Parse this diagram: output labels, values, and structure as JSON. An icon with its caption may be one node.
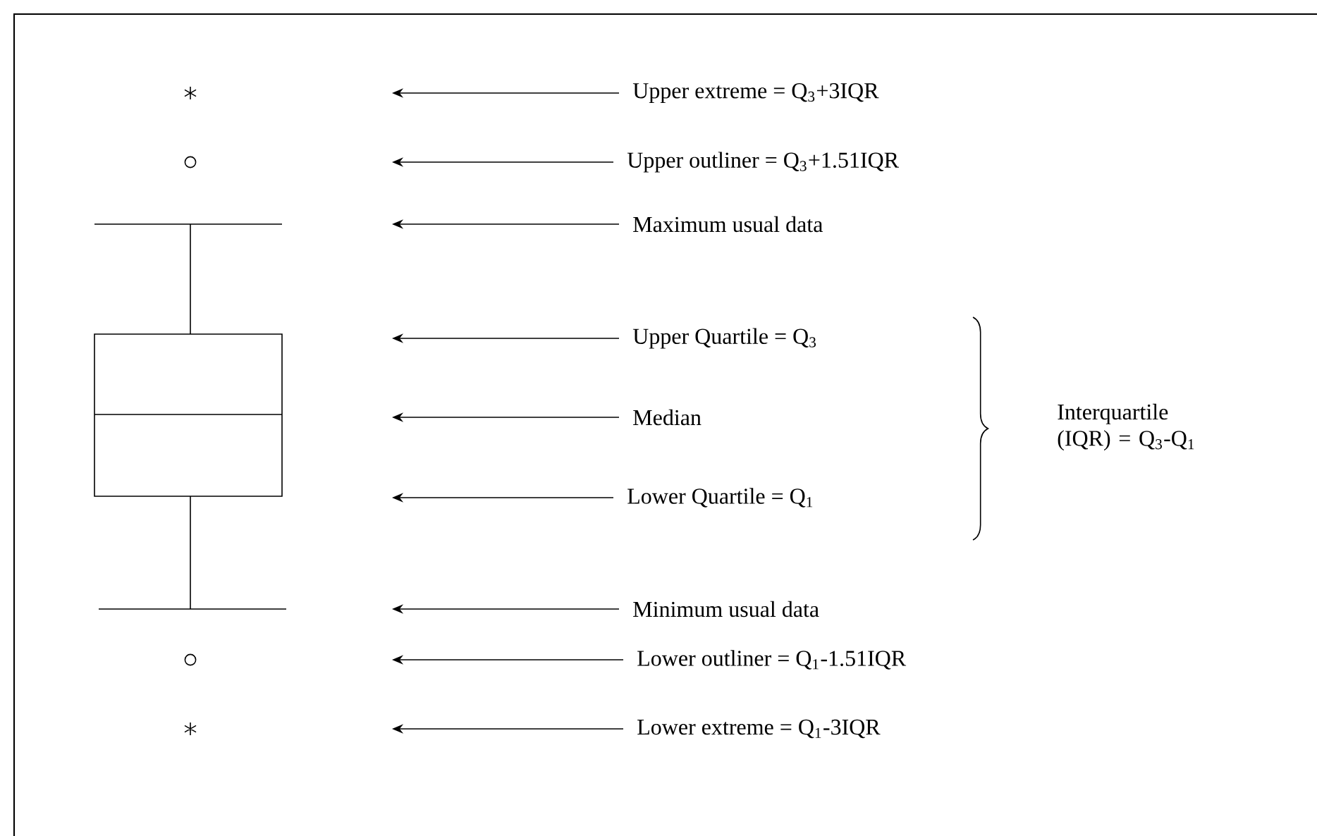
{
  "diagram": {
    "nodes": [
      {
        "text": [
          "Upper extreme = Q$_{3}$+3IQR"
        ]
      },
      {
        "text": [
          "Upper outliner = Q$_{3}$+1.51IQR"
        ]
      },
      {
        "text": [
          "Maximum usual data"
        ]
      },
      {
        "text": [
          "Upper Quartile = Q$_{3}$"
        ]
      },
      {
        "text": [
          "Median"
        ]
      },
      {
        "text": [
          "Lower Quartile = Q$_{1}$"
        ]
      },
      {
        "text": [
          "Minimum usual data"
        ]
      },
      {
        "text": [
          "Lower outliner = Q$_{1}$-1.51IQR"
        ]
      },
      {
        "text": [
          "Lower extreme = Q$_{1}$-3IQR"
        ]
      }
    ],
    "edges": [
      {
        "from": 0,
        "to": null,
        "arrow": "to"
      },
      {
        "from": 1,
        "to": null,
        "arrow": "to"
      },
      {
        "from": 2,
        "to": null,
        "arrow": "to"
      },
      {
        "from": 3,
        "to": null,
        "arrow": "to"
      },
      {
        "from": 4,
        "to": null,
        "arrow": "to"
      },
      {
        "from": 5,
        "to": null,
        "arrow": "to"
      },
      {
        "from": 6,
        "to": null,
        "arrow": "to"
      },
      {
        "from": 7,
        "to": null,
        "arrow": "to"
      },
      {
        "from": 8,
        "to": null,
        "arrow": "to"
      }
    ],
    "labels": [
      "Interquartile (IQR) = Q$_{3}$-Q$_{1}$"
    ]
  }
}
